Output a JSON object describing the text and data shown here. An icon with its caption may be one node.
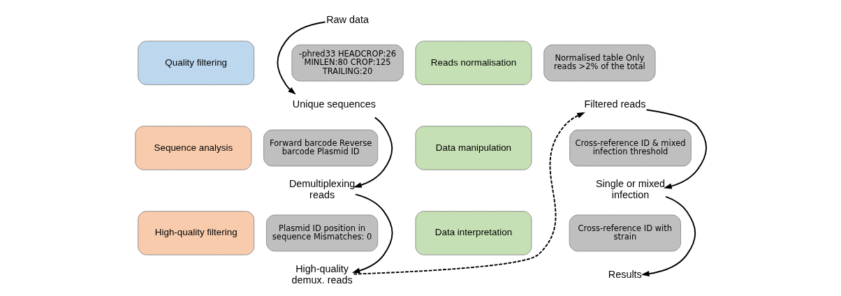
{
  "diagram": {
    "nodes": [
      {
        "text": [
          "Raw data"
        ]
      },
      {
        "text": [
          "Quality filtering"
        ]
      },
      {
        "text": [
          "-phred33 HEADCROP:26 MINLEN:80 CROP:125 TRAILING:20"
        ]
      },
      {
        "text": [
          "Unique sequences"
        ]
      },
      {
        "text": [
          "Sequence analysis"
        ]
      },
      {
        "text": [
          "Forward barcode Reverse barcode Plasmid ID"
        ]
      },
      {
        "text": [
          "Demultiplexing reads"
        ]
      },
      {
        "text": [
          "High-quality filtering"
        ]
      },
      {
        "text": [
          "Plasmid ID position in sequence Mismatches: 0"
        ]
      },
      {
        "text": [
          "High-quality demux. reads"
        ]
      },
      {
        "text": [
          "Reads normalisation"
        ]
      },
      {
        "text": [
          "Normalised table Only reads >2% of the total"
        ]
      },
      {
        "text": [
          "Filtered reads"
        ]
      },
      {
        "text": [
          "Data manipulation"
        ]
      },
      {
        "text": [
          "Cross-reference ID & mixed infection threshold"
        ]
      },
      {
        "text": [
          "Single or mixed infection"
        ]
      },
      {
        "text": [
          "Data interpretation"
        ]
      },
      {
        "text": [
          "Cross-reference ID with strain"
        ]
      },
      {
        "text": [
          "Results"
        ]
      }
    ],
    "edges": [
      {
        "from": 0,
        "to": 3,
        "arrow": "to"
      },
      {
        "from": 3,
        "to": 6,
        "arrow": "to"
      },
      {
        "from": 6,
        "to": 9,
        "arrow": "to"
      },
      {
        "from": 9,
        "to": 12,
        "arrow": "to",
        "style": "dashed"
      },
      {
        "from": 12,
        "to": 15,
        "arrow": "to"
      },
      {
        "from": 15,
        "to": 18,
        "arrow": "to"
      }
    ]
  }
}
